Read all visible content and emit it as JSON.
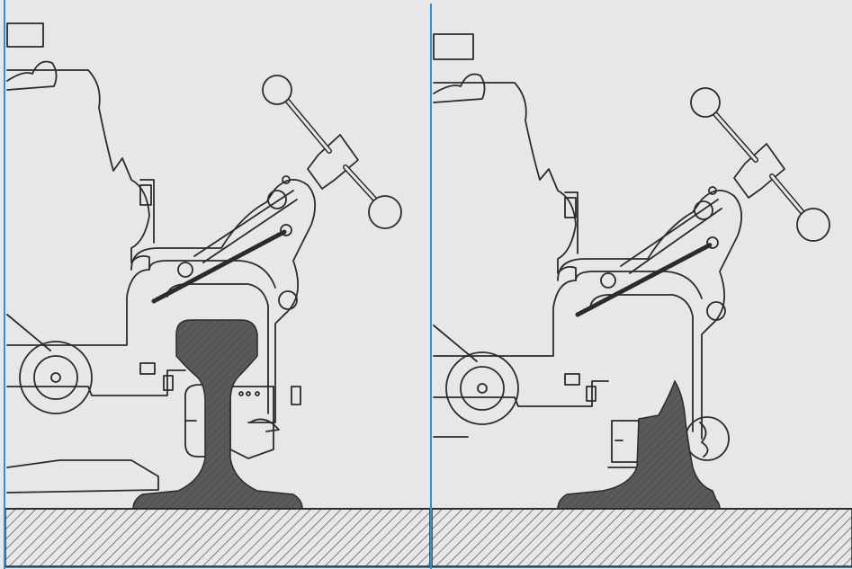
{
  "figure": {
    "panels": [
      {
        "id": "left",
        "state": "full rail profile clamped"
      },
      {
        "id": "right",
        "state": "rail head cut, clamp engaged on web"
      }
    ],
    "colors": {
      "background": "#e6e7e9",
      "stroke": "#2b2b2b",
      "rail_fill": "#5a5a5a",
      "frame_accent": "#2f8fd0",
      "ground_hatch": "#8a8a8a"
    }
  }
}
